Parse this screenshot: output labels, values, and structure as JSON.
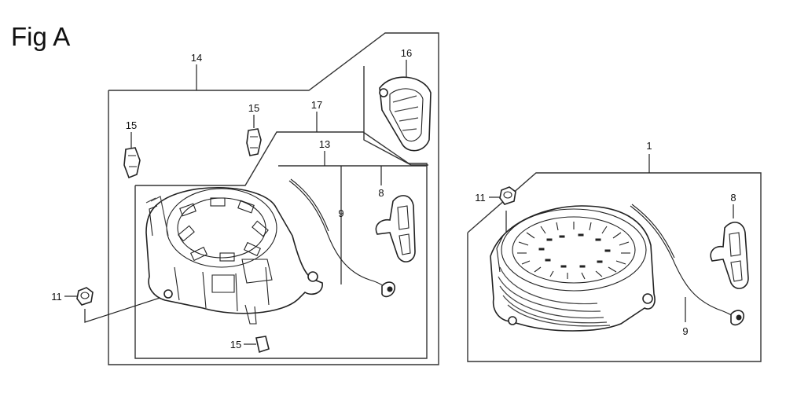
{
  "figure": {
    "title": "Fig A"
  },
  "callouts": {
    "c14": "14",
    "c16": "16",
    "c15_left": "15",
    "c15_mid": "15",
    "c15_bottom": "15",
    "c17": "17",
    "c13": "13",
    "c8_left": "8",
    "c9_left": "9",
    "c11_left": "11",
    "c1": "1",
    "c11_right": "11",
    "c8_right": "8",
    "c9_right": "9"
  }
}
